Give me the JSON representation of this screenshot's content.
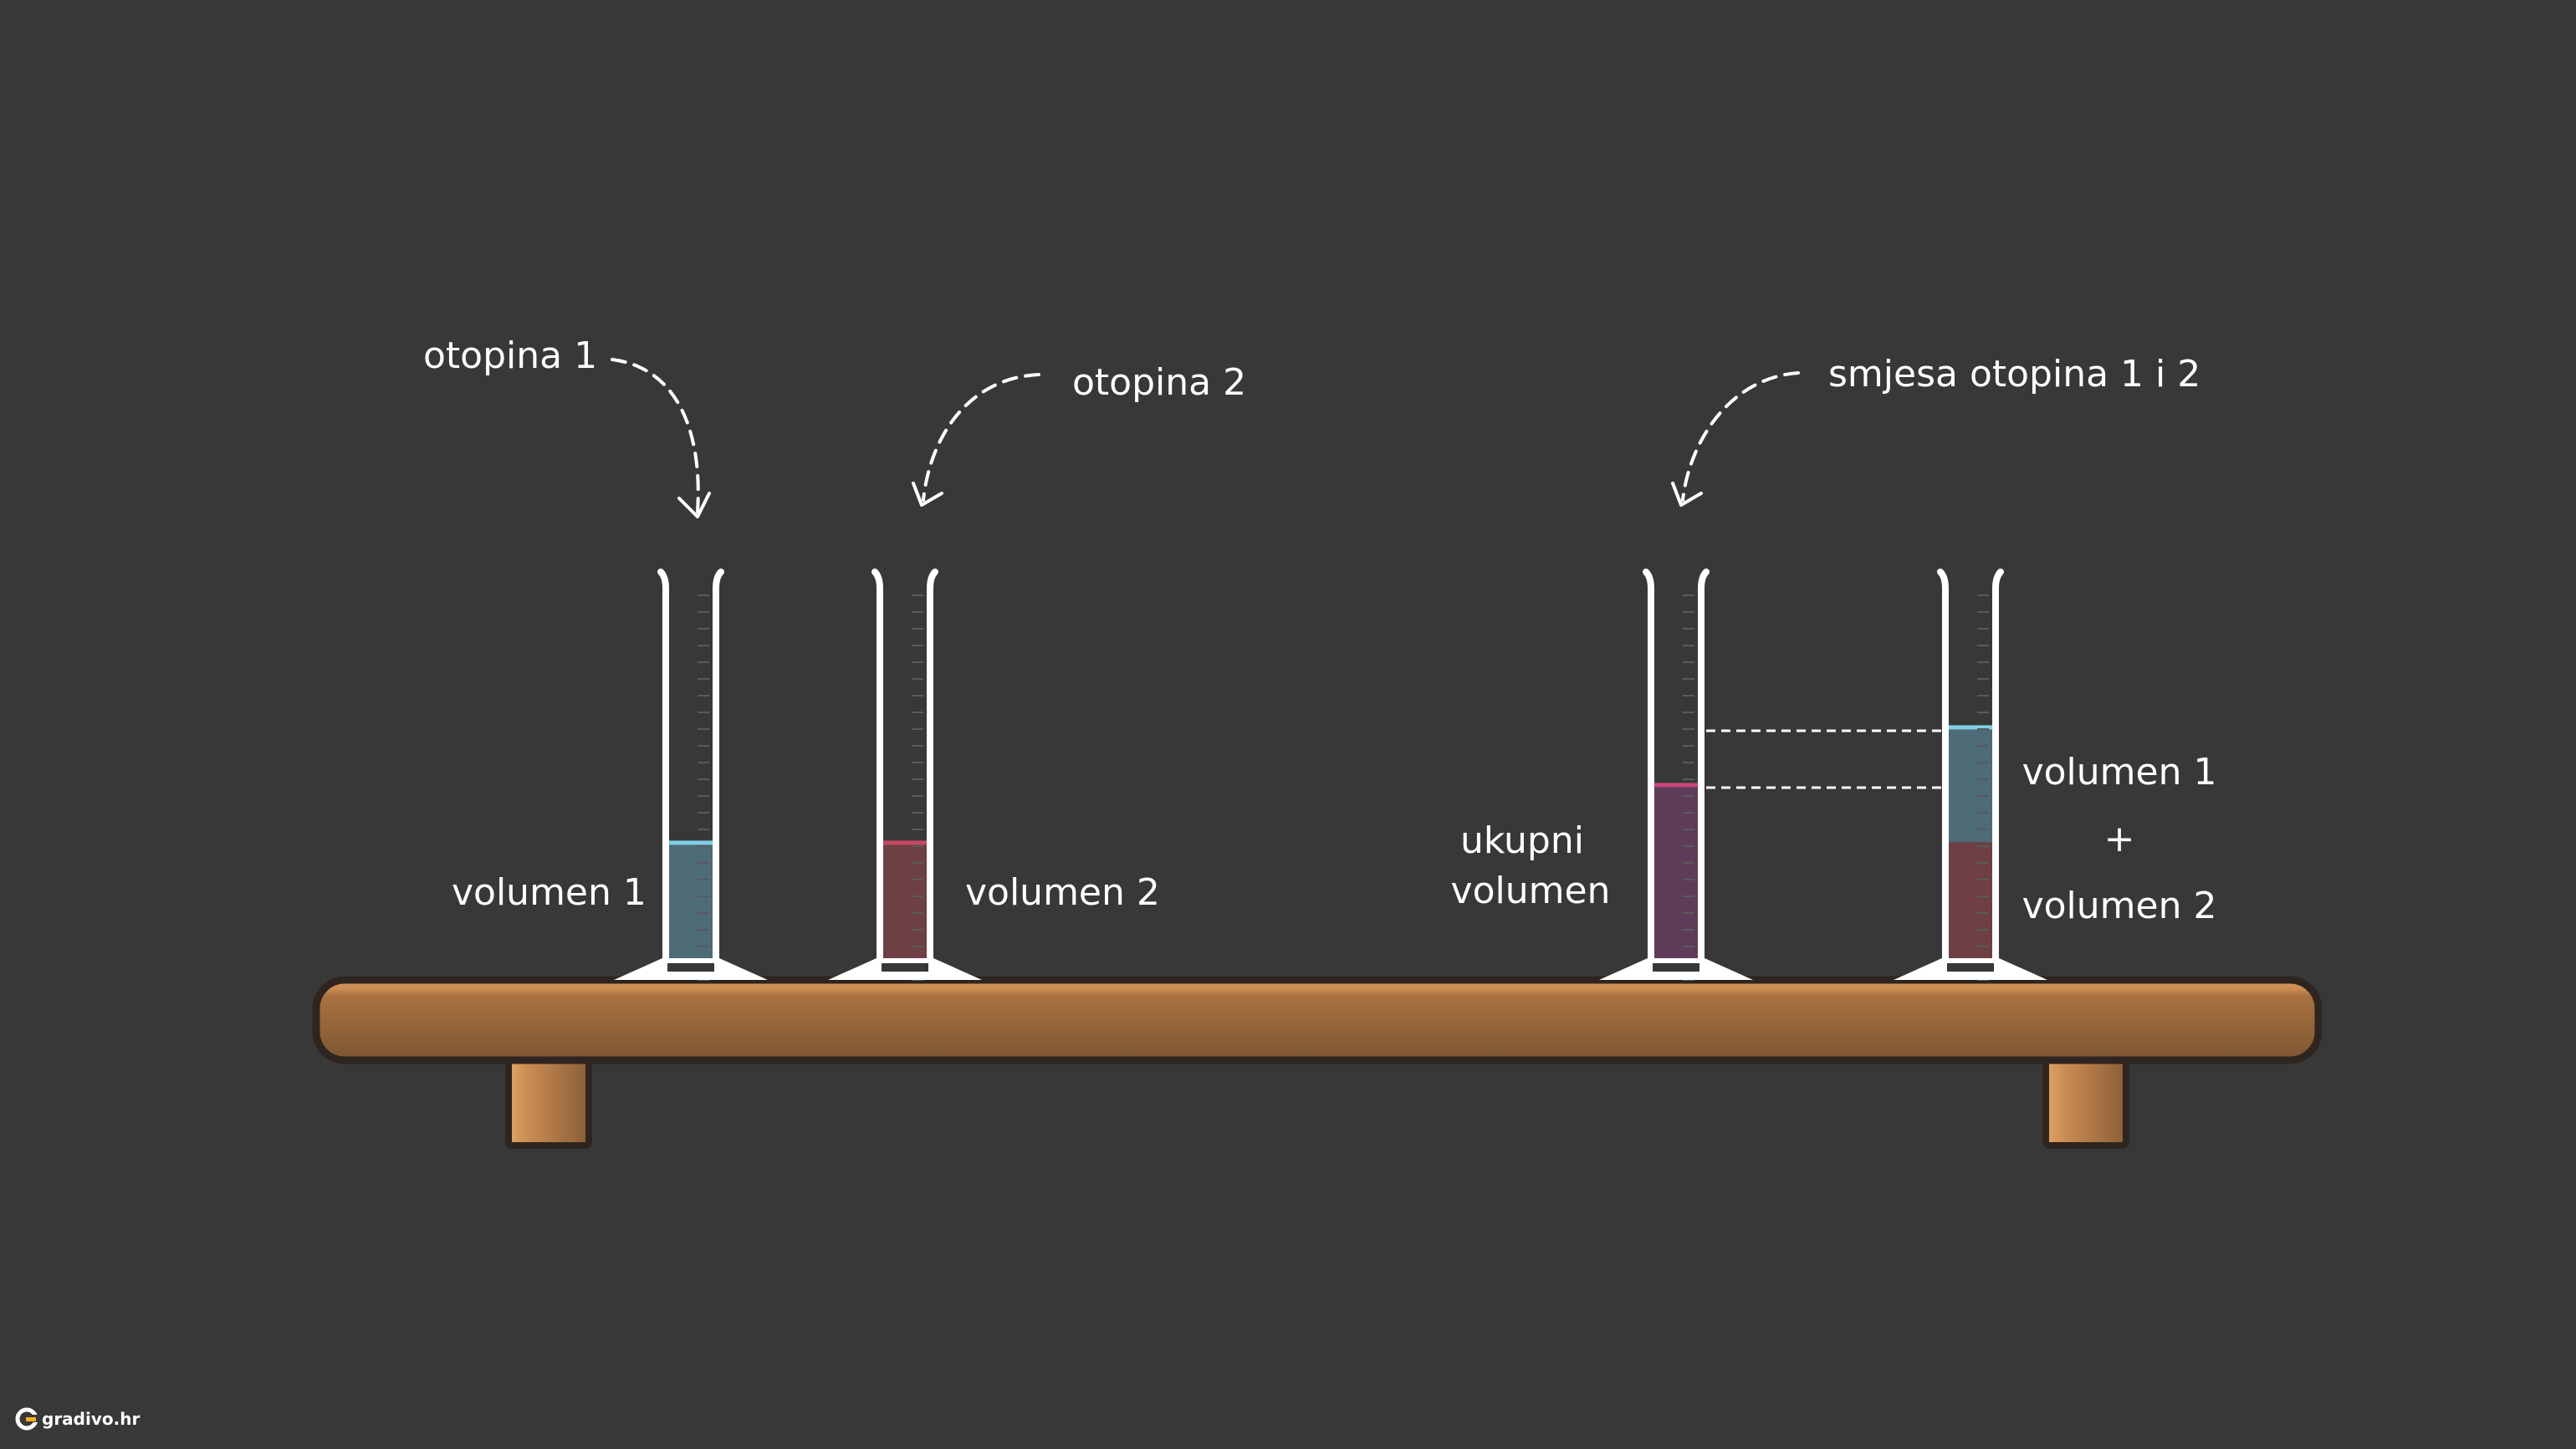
{
  "labels": {
    "solution1_title": "otopina 1",
    "solution2_title": "otopina 2",
    "mixture_title": "smjesa otopina 1 i 2",
    "volume1": "volumen 1",
    "volume2": "volumen 2",
    "total_line1": "ukupni",
    "total_line2": "volumen",
    "sum_volume1": "volumen 1",
    "sum_plus": "+",
    "sum_volume2": "volumen 2"
  },
  "cylinders": [
    {
      "name": "solution-1",
      "layers": [
        {
          "liquid": "solution1",
          "fill": 0.31
        }
      ]
    },
    {
      "name": "solution-2",
      "layers": [
        {
          "liquid": "solution2",
          "fill": 0.31
        }
      ]
    },
    {
      "name": "mixture",
      "layers": [
        {
          "liquid": "mixture",
          "fill": 0.46
        }
      ]
    },
    {
      "name": "sum",
      "layers": [
        {
          "liquid": "solution2",
          "fill": 0.31
        },
        {
          "liquid": "solution1",
          "fill": 0.3
        }
      ]
    }
  ],
  "colors": {
    "solution1": "#4e6b78",
    "solution1_surface": "#7fd0e6",
    "solution2": "#6e3f45",
    "solution2_surface": "#c94a63",
    "mixture": "#5e3c58",
    "mixture_surface": "#c9457a",
    "glass": "#ffffff",
    "wood": "#a8713f",
    "wood_highlight": "#d4955a",
    "wood_shadow": "#7e5634",
    "outline": "#2f2520",
    "background": "#383838"
  },
  "brand": {
    "text": "gradivo.hr",
    "icon": "gradivo-logo-icon"
  }
}
